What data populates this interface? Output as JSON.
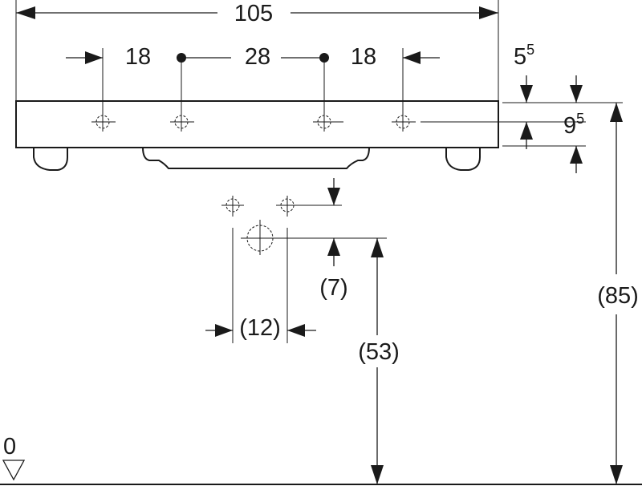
{
  "dimensions": {
    "overall_width": "105",
    "left_gap": "18",
    "center_gap": "28",
    "right_gap": "18",
    "top_offset_base": "5",
    "top_offset_sup": "5",
    "rim_height_base": "9",
    "rim_height_sup": "5",
    "drain_offset": "(7)",
    "drain_width": "(12)",
    "drain_height": "(53)",
    "total_height": "(85)",
    "floor_level": "0"
  }
}
